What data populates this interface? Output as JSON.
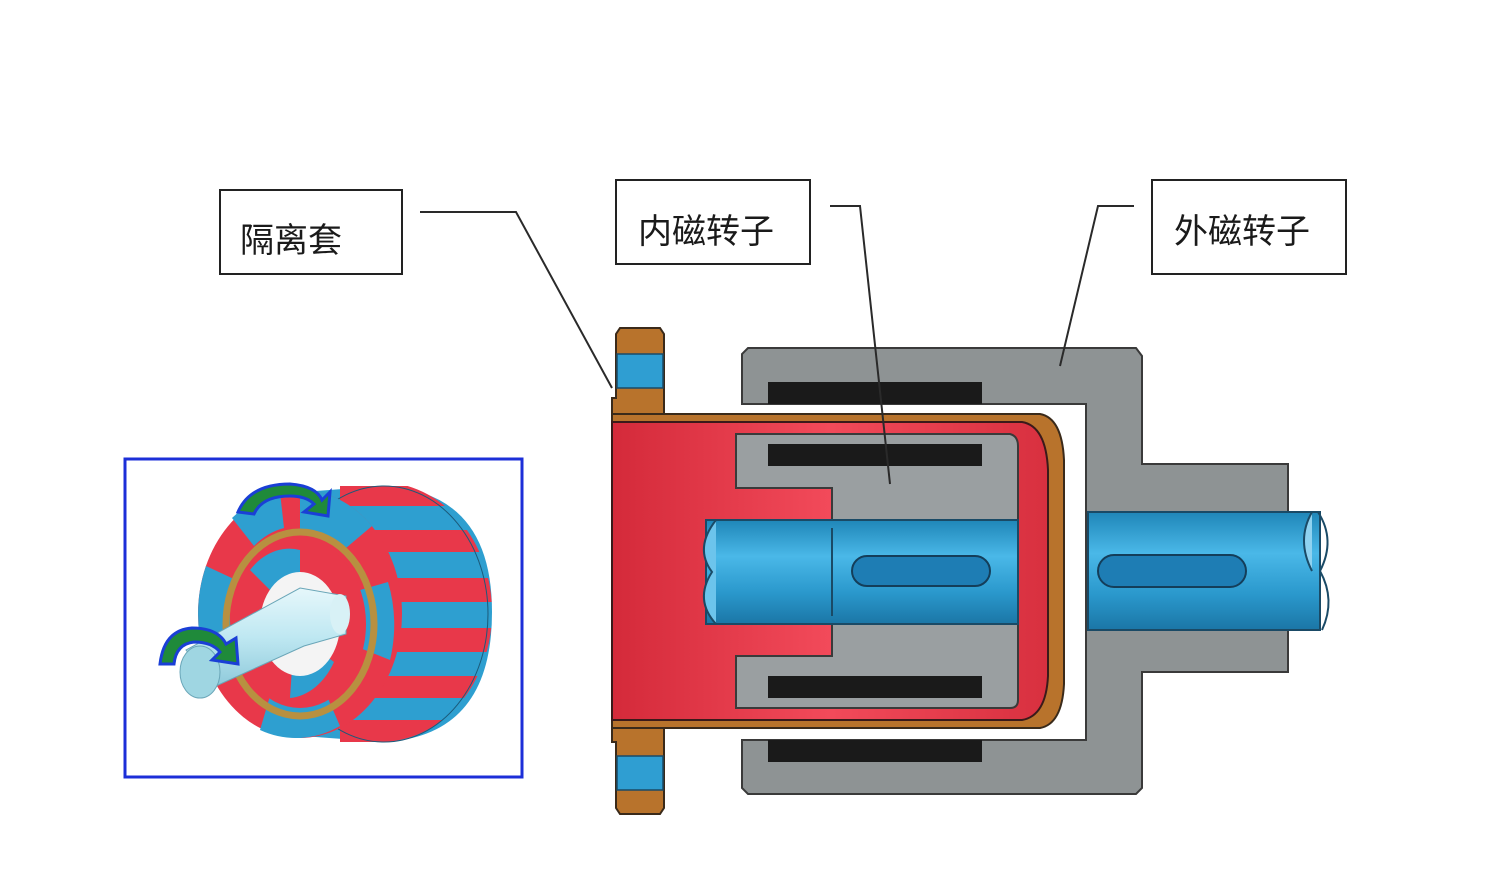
{
  "labels": {
    "isolation_sleeve": "隔离套",
    "inner_magnetic_rotor": "内磁转子",
    "outer_magnetic_rotor": "外磁转子"
  },
  "colors": {
    "magnet_red": "#e8384a",
    "magnet_blue": "#2e9fd0",
    "sleeve_bronze": "#b8732c",
    "housing_gray": "#8e9394",
    "core_gray": "#9a9fa1",
    "shaft_blue": "#2f9ed2",
    "magnet_black": "#1a1a1a",
    "inset_border": "#1c2fd8",
    "arrow_green": "#1f8a3a",
    "arrow_blue": "#1a3fd6"
  }
}
